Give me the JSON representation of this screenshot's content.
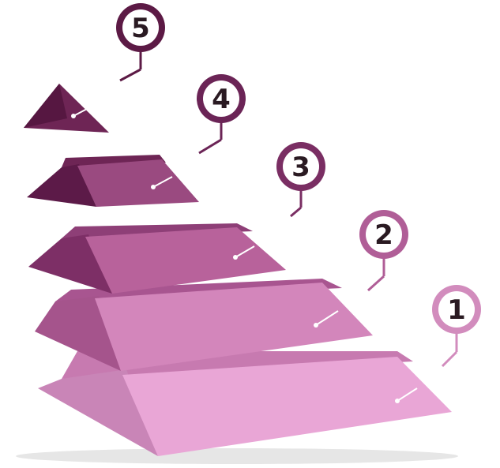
{
  "colors": {
    "tier1": "#e9a6d6",
    "tier2": "#d386bb",
    "tier3": "#b8629b",
    "tier4": "#9a4a80",
    "tier5": "#6e2555",
    "pin_dark": "#5c1a45",
    "pin_mid": "#8a3670",
    "pin_light": "#d9a0c8"
  },
  "levels": [
    {
      "number": "1"
    },
    {
      "number": "2"
    },
    {
      "number": "3"
    },
    {
      "number": "4"
    },
    {
      "number": "5"
    }
  ]
}
